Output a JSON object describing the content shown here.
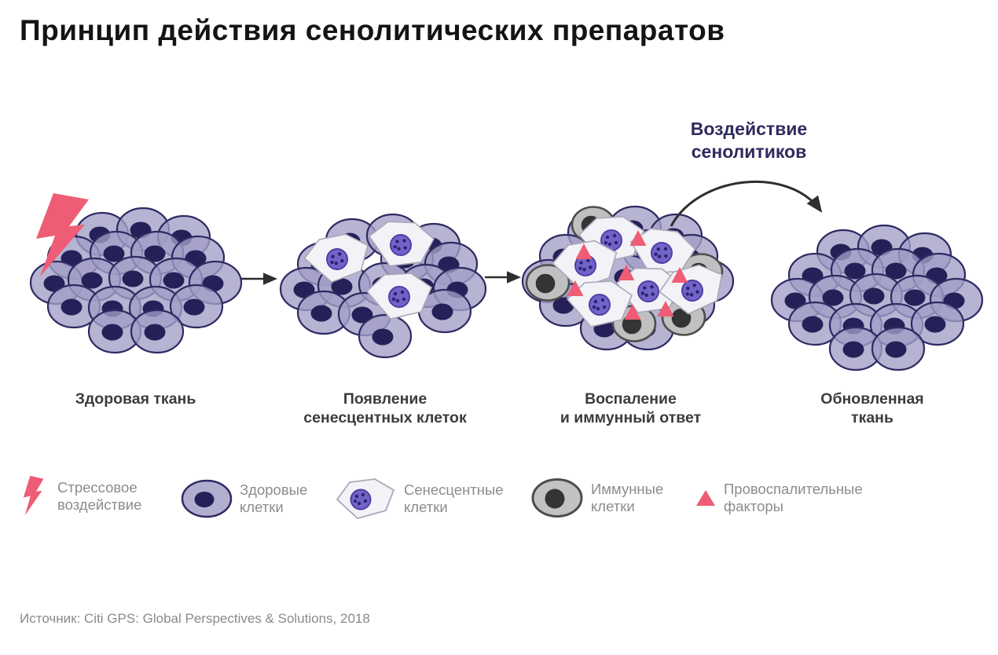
{
  "title": "Принцип действия сенолитических препаратов",
  "seno_arrow": {
    "label_lines": [
      "Воздействие",
      "сенолитиков"
    ]
  },
  "stages": [
    {
      "id": "healthy-tissue",
      "lines": [
        "Здоровая ткань"
      ]
    },
    {
      "id": "senescent-appearance",
      "lines": [
        "Появление",
        "сенесцентных клеток"
      ]
    },
    {
      "id": "inflammation",
      "lines": [
        "Воспаление",
        "и иммунный ответ"
      ]
    },
    {
      "id": "renewed-tissue",
      "lines": [
        "Обновленная",
        "ткань"
      ]
    }
  ],
  "legend": {
    "items": [
      {
        "icon": "lightning-icon",
        "lines": [
          "Стрессовое",
          "воздействие"
        ]
      },
      {
        "icon": "healthy-cell-icon",
        "lines": [
          "Здоровые",
          "клетки"
        ]
      },
      {
        "icon": "senescent-cell-icon",
        "lines": [
          "Сенесцентные",
          "клетки"
        ]
      },
      {
        "icon": "immune-cell-icon",
        "lines": [
          "Иммунные",
          "клетки"
        ]
      },
      {
        "icon": "inflammatory-factor-icon",
        "lines": [
          "Провоспалительные",
          "факторы"
        ]
      }
    ]
  },
  "source": "Источник: Citi GPS: Global Perspectives & Solutions, 2018",
  "colors": {
    "accent_pink": "#ee5d75",
    "cell_body": "#a29dc6",
    "cell_outline": "#2e2a62",
    "nucleus": "#262059",
    "senescent_body": "#f3f2f7",
    "senescent_outline": "#aaa8b8",
    "senescent_nucleus": "#7263c8",
    "senescent_nucleus_ring": "#4f3fa5",
    "senescent_dots": "#2a2270",
    "immune_body": "#c0c0c0",
    "immune_outline": "#4d4d4d",
    "immune_nucleus": "#343434",
    "arrow_dark": "#2e2e2e",
    "label_navy": "#2f2b5e",
    "text_dark": "#3c3c3c",
    "text_gray": "#8c8c8c"
  }
}
